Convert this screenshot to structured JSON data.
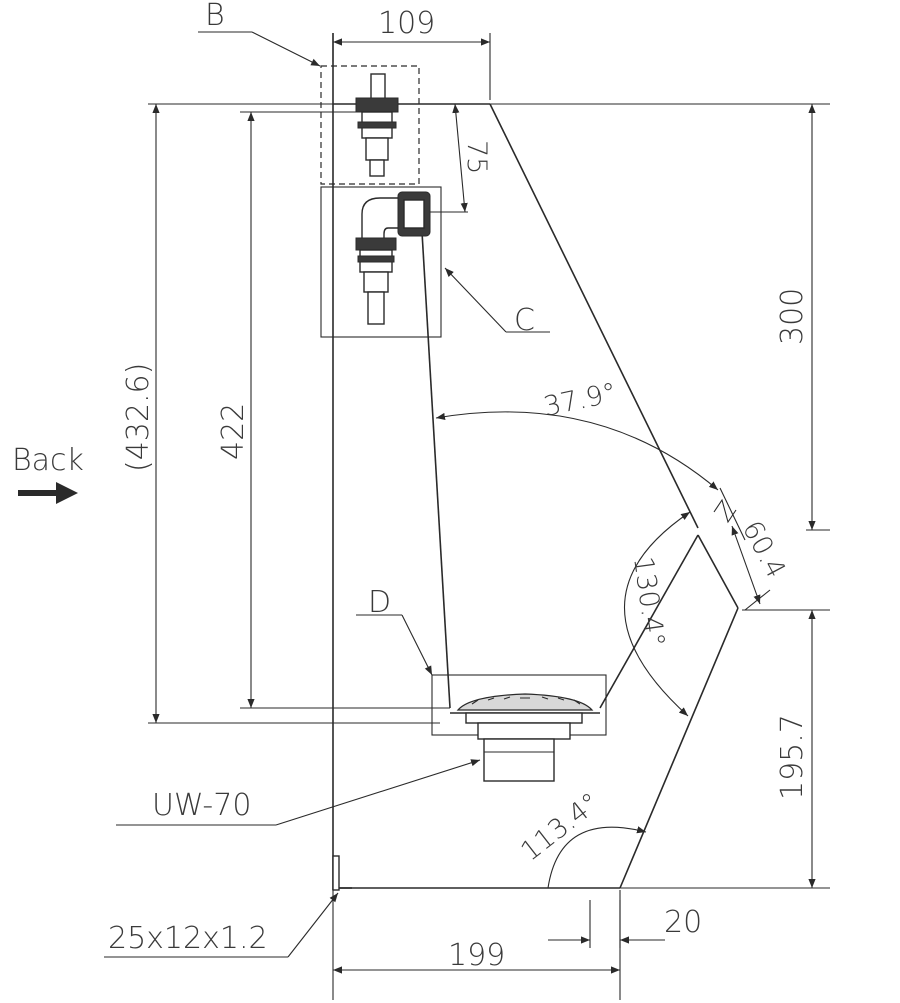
{
  "labels": {
    "detail_b": "B",
    "detail_c": "C",
    "detail_d": "D",
    "outlet_model": "UW-70",
    "bracket_profile": "25x12x1.2",
    "direction": "Back"
  },
  "dimensions": {
    "top_width": "109",
    "inlet_offset": "75",
    "front_height": "300",
    "total_height_ref": "(432.6)",
    "drain_height": "422",
    "bowl_angle": "37.9°",
    "lip_depth": "60.4",
    "lip_angle": "130.4°",
    "lower_height": "195.7",
    "base_angle": "113.4°",
    "base_width": "199",
    "toe_width": "20"
  },
  "colors": {
    "line": "#2a2a2a",
    "text": "#3a3a3a",
    "fill_grey": "#d8d8d8",
    "background": "#ffffff"
  }
}
